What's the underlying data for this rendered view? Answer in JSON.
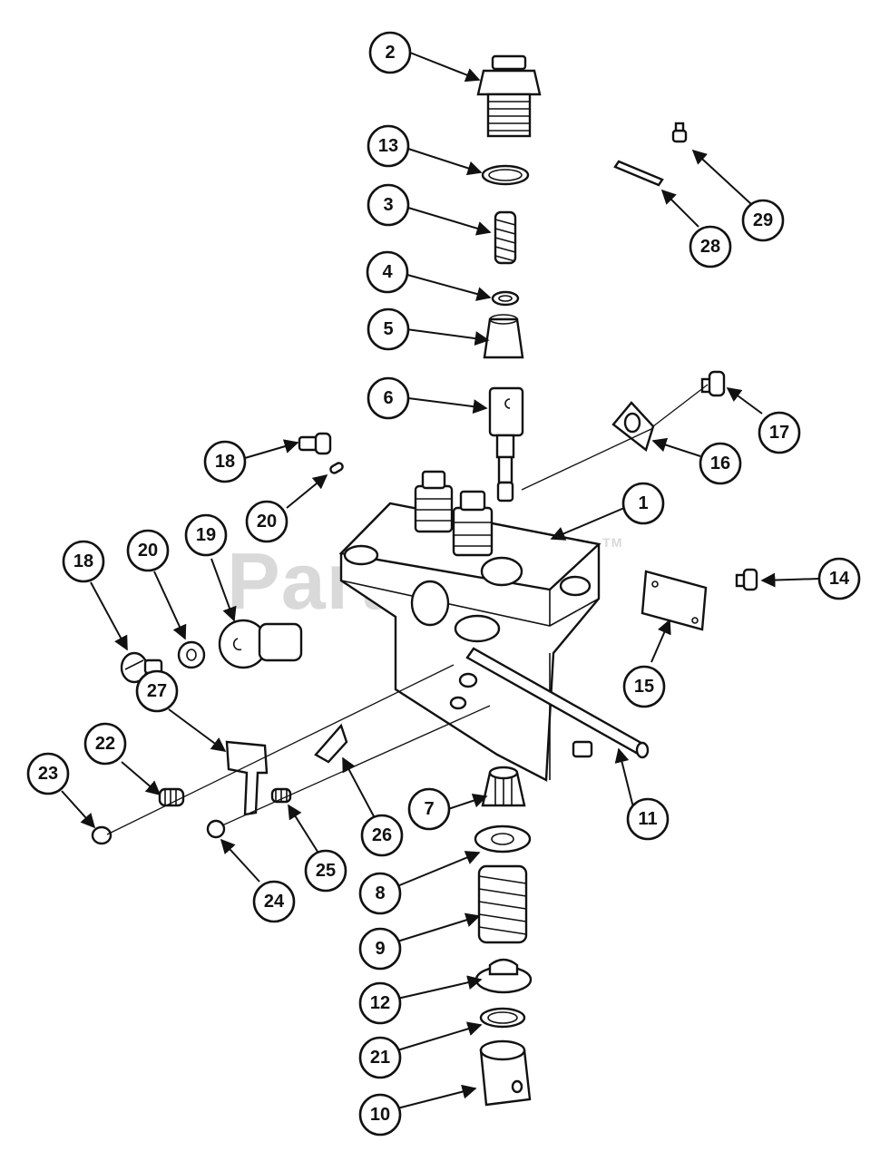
{
  "watermark": {
    "text": "PartsTree",
    "tm": "TM"
  },
  "callouts": [
    "1",
    "2",
    "3",
    "4",
    "5",
    "6",
    "7",
    "8",
    "9",
    "10",
    "11",
    "12",
    "13",
    "14",
    "15",
    "16",
    "17",
    "18",
    "18",
    "19",
    "20",
    "20",
    "21",
    "22",
    "23",
    "24",
    "25",
    "26",
    "27",
    "28",
    "29"
  ],
  "colors": {
    "ink": "#111111",
    "watermark": "#d3d3d3",
    "background": "#ffffff"
  }
}
